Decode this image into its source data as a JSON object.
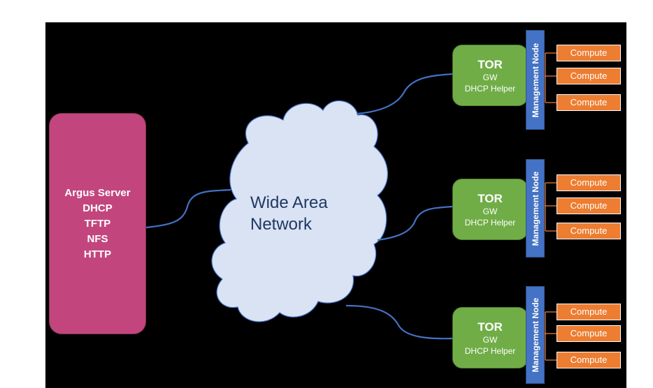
{
  "server": {
    "lines": [
      "Argus Server",
      "DHCP",
      "TFTP",
      "NFS",
      "HTTP"
    ]
  },
  "network": {
    "line1": "Wide Area",
    "line2": "Network"
  },
  "racks": [
    {
      "tor": "TOR",
      "gw": "GW",
      "helper": "DHCP Helper",
      "mgmt": "Management Node",
      "computes": [
        "Compute",
        "Compute",
        "Compute"
      ]
    },
    {
      "tor": "TOR",
      "gw": "GW",
      "helper": "DHCP Helper",
      "mgmt": "Management Node",
      "computes": [
        "Compute",
        "Compute",
        "Compute"
      ]
    },
    {
      "tor": "TOR",
      "gw": "GW",
      "helper": "DHCP Helper",
      "mgmt": "Management Node",
      "computes": [
        "Compute",
        "Compute",
        "Compute"
      ]
    }
  ],
  "colors": {
    "background": "#000000",
    "server": "#c2467d",
    "cloud": "#dae3f3",
    "tor": "#70ad47",
    "management": "#4472c4",
    "compute": "#ed7d31",
    "link": "#4472c4"
  }
}
